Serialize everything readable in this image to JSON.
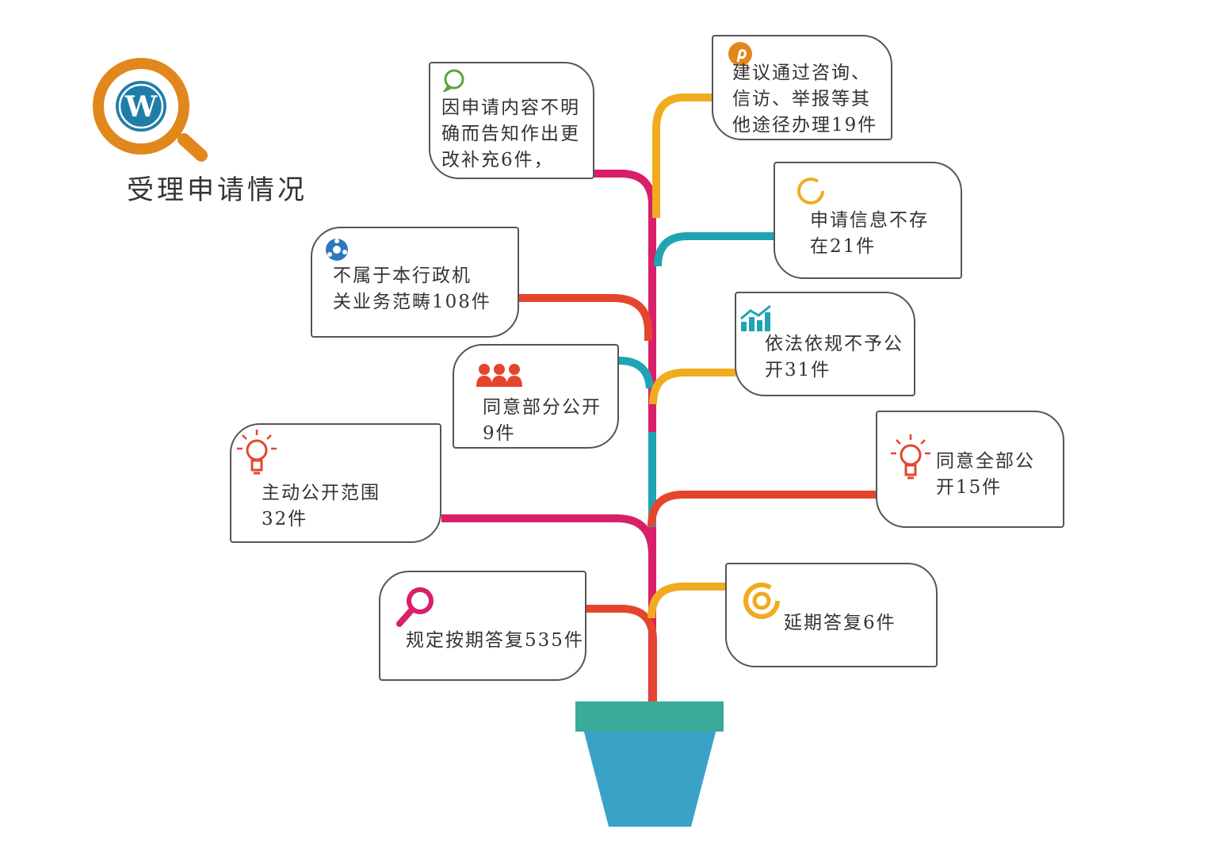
{
  "title": "受理申请情况",
  "items": {
    "change_request": {
      "text": "因申请内容不明\n确而告知作出更\n改补充6件，",
      "icon": "chat-bubble-icon"
    },
    "other_channels": {
      "text": "建议通过咨询、\n信访、举报等其\n他途径办理19件",
      "icon": "pinterest-icon"
    },
    "not_exist": {
      "text": "申请信息不存\n在21件",
      "icon": "ring-icon"
    },
    "out_of_scope": {
      "text": "不属于本行政机\n关业务范畴108件",
      "icon": "network-icon"
    },
    "not_disclosed": {
      "text": "依法依规不予公\n开31件",
      "icon": "chart-icon"
    },
    "partial_disclosure": {
      "text": "同意部分公开\n9件",
      "icon": "people-icon"
    },
    "proactive_scope": {
      "text": "主动公开范围\n32件",
      "icon": "lightbulb-icon"
    },
    "full_disclosure": {
      "text": "同意全部公\n开15件",
      "icon": "lightbulb-icon"
    },
    "on_time": {
      "text": "规定按期答复535件",
      "icon": "magnifier-icon"
    },
    "delayed": {
      "text": "延期答复6件",
      "icon": "at-sign-icon"
    }
  },
  "colors": {
    "orange": "#e2871b",
    "pink": "#d81f68",
    "yellow": "#f1ab1f",
    "teal": "#1fa3b5",
    "red": "#e5452d",
    "blue": "#2f78c0",
    "green": "#5aa63b",
    "pot_rim": "#3aaa9a",
    "pot_body": "#3aa2c6"
  }
}
